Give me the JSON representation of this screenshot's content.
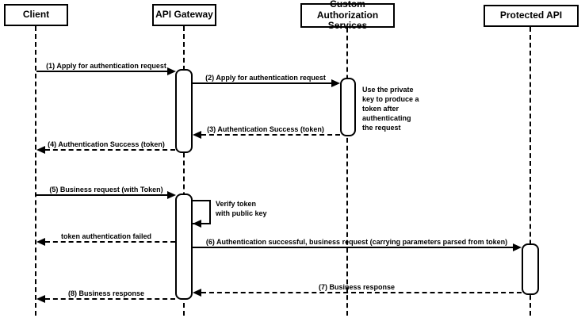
{
  "actors": {
    "client": {
      "label": "Client"
    },
    "api_gateway": {
      "label": "API Gateway"
    },
    "custom_auth": {
      "label": "Custom Authorization\nServices"
    },
    "protected_api": {
      "label": "Protected API"
    }
  },
  "messages": {
    "m1": {
      "label": "(1) Apply for authentication request",
      "from": "Client",
      "to": "API Gateway",
      "line": "solid"
    },
    "m2": {
      "label": "(2) Apply for authentication request",
      "from": "API Gateway",
      "to": "Custom Authorization Services",
      "line": "solid"
    },
    "m3": {
      "label": "(3) Authentication Success (token)",
      "from": "Custom Authorization Services",
      "to": "API Gateway",
      "line": "dashed"
    },
    "m4": {
      "label": "(4) Authentication Success (token)",
      "from": "API Gateway",
      "to": "Client",
      "line": "dashed"
    },
    "m5": {
      "label": "(5) Business request (with Token)",
      "from": "Client",
      "to": "API Gateway",
      "line": "solid"
    },
    "fail": {
      "label": "token authentication failed",
      "from": "API Gateway",
      "to": "Client",
      "line": "dashed"
    },
    "m6": {
      "label": "(6) Authentication successful, business request (carrying parameters parsed from token)",
      "from": "API Gateway",
      "to": "Protected API",
      "line": "solid"
    },
    "m7": {
      "label": "(7) Business response",
      "from": "Protected API",
      "to": "API Gateway",
      "line": "dashed"
    },
    "m8": {
      "label": "(8) Business response",
      "from": "API Gateway",
      "to": "Client",
      "line": "dashed"
    }
  },
  "self_message": {
    "label": "Verify token\nwith public key",
    "on": "API Gateway"
  },
  "note": {
    "label": "Use the private\nkey to produce a\ntoken after\nauthenticating\nthe request",
    "on": "Custom Authorization Services"
  },
  "colors": {
    "stroke": "#000000",
    "background": "#ffffff",
    "fill": "#ffffff"
  }
}
